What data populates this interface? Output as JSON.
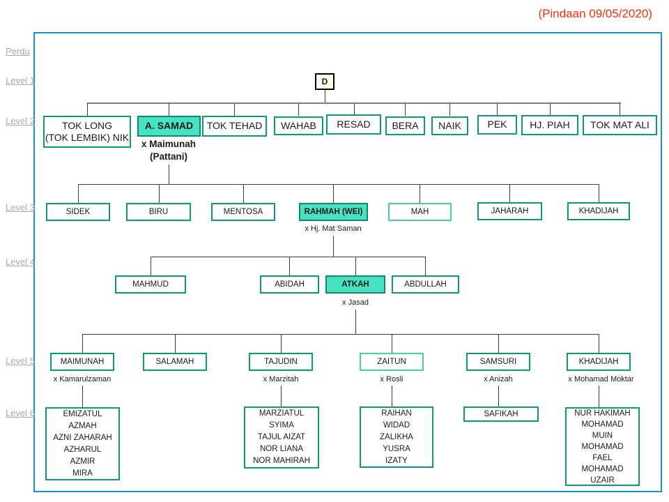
{
  "title": "(Pindaan 09/05/2020)",
  "nav": {
    "labels": [
      "Perdu",
      "Level 1",
      "Level 2",
      "Level 3",
      "Level 4",
      "Level 5",
      "Level 6"
    ]
  },
  "chart": {
    "root": {
      "label": "D"
    },
    "level2": [
      {
        "label": "TOK LONG\n(TOK LEMBIK) NIK"
      },
      {
        "label": "A. SAMAD",
        "spouse": "x Maimunah",
        "spouse_note": "(Pattani)",
        "highlighted": true
      },
      {
        "label": "TOK TEHAD"
      },
      {
        "label": "WAHAB"
      },
      {
        "label": "RESAD"
      },
      {
        "label": "BERA"
      },
      {
        "label": "NAIK"
      },
      {
        "label": "PEK"
      },
      {
        "label": "HJ. PIAH"
      },
      {
        "label": "TOK MAT ALI"
      }
    ],
    "level3": [
      {
        "label": "SIDEK"
      },
      {
        "label": "BIRU"
      },
      {
        "label": "MENTOSA"
      },
      {
        "label": "RAHMAH (WEI)",
        "spouse": "x Hj. Mat Saman",
        "highlighted": true
      },
      {
        "label": "MAH"
      },
      {
        "label": "JAHARAH"
      },
      {
        "label": "KHADIJAH"
      }
    ],
    "level4": [
      {
        "label": "MAHMUD"
      },
      {
        "label": "ABIDAH"
      },
      {
        "label": "ATKAH",
        "spouse": "x Jasad",
        "highlighted": true
      },
      {
        "label": "ABDULLAH"
      }
    ],
    "level5": [
      {
        "label": "MAIMUNAH",
        "spouse": "x Kamarulzaman"
      },
      {
        "label": "SALAMAH"
      },
      {
        "label": "TAJUDIN",
        "spouse": "x Marzitah"
      },
      {
        "label": "ZAITUN",
        "spouse": "x Rosli"
      },
      {
        "label": "SAMSURI",
        "spouse": "x Anizah"
      },
      {
        "label": "KHADIJAH",
        "spouse": "x Mohamad Moktar"
      }
    ],
    "level6": {
      "maimunah_children": [
        "EMIZATUL",
        "AZMAH",
        "AZNI ZAHARAH",
        "AZHARUL",
        "AZMIR",
        "MIRA"
      ],
      "tajudin_children": [
        "MARZIATUL",
        "SYIMA",
        "TAJUL AIZAT",
        "NOR LIANA",
        "NOR MAHIRAH"
      ],
      "zaitun_children": [
        "RAIHAN",
        "WIDAD",
        "ZALIKHA",
        "YUSRA",
        "IZATY"
      ],
      "samsuri_children": [
        "SAFIKAH"
      ],
      "khadijah_children": [
        "NUR HAKIMAH",
        "MOHAMAD",
        "MUIN",
        "MOHAMAD",
        "FAEL",
        "MOHAMAD",
        "UZAIR"
      ]
    },
    "colors": {
      "highlight_fill": "#47e2c2",
      "box_border_teal": "#0c9b77",
      "box_border_light": "#45cfae",
      "root_fill": "#ffffe7",
      "container_border": "#1697c9",
      "title_red": "#ff2d00",
      "connector": "#3f3f3f"
    }
  }
}
